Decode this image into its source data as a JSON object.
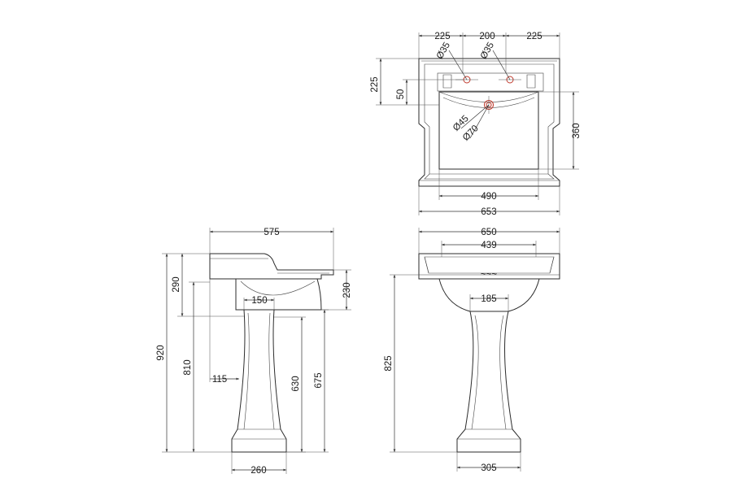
{
  "top_view": {
    "width_left": "225",
    "width_centre": "200",
    "width_right": "225",
    "tap_hole_left": "Ø35",
    "tap_hole_right": "Ø35",
    "back_depth": "225",
    "tap_offset": "50",
    "bowl_depth": "360",
    "waste_inner": "Ø45",
    "waste_outer": "Ø70",
    "bowl_width": "490",
    "overall_width": "653"
  },
  "side_view": {
    "basin_depth": "575",
    "basin_height": "290",
    "bowl_height": "230",
    "pedestal_top": "150",
    "overall_height": "920",
    "rim_to_floor": "810",
    "pedestal_offset": "115",
    "pedestal_height_a": "630",
    "pedestal_height_b": "675",
    "pedestal_base": "260"
  },
  "front_view": {
    "overall_width": "650",
    "inner_width": "439",
    "pedestal_neck": "185",
    "height": "825",
    "pedestal_base": "305"
  }
}
